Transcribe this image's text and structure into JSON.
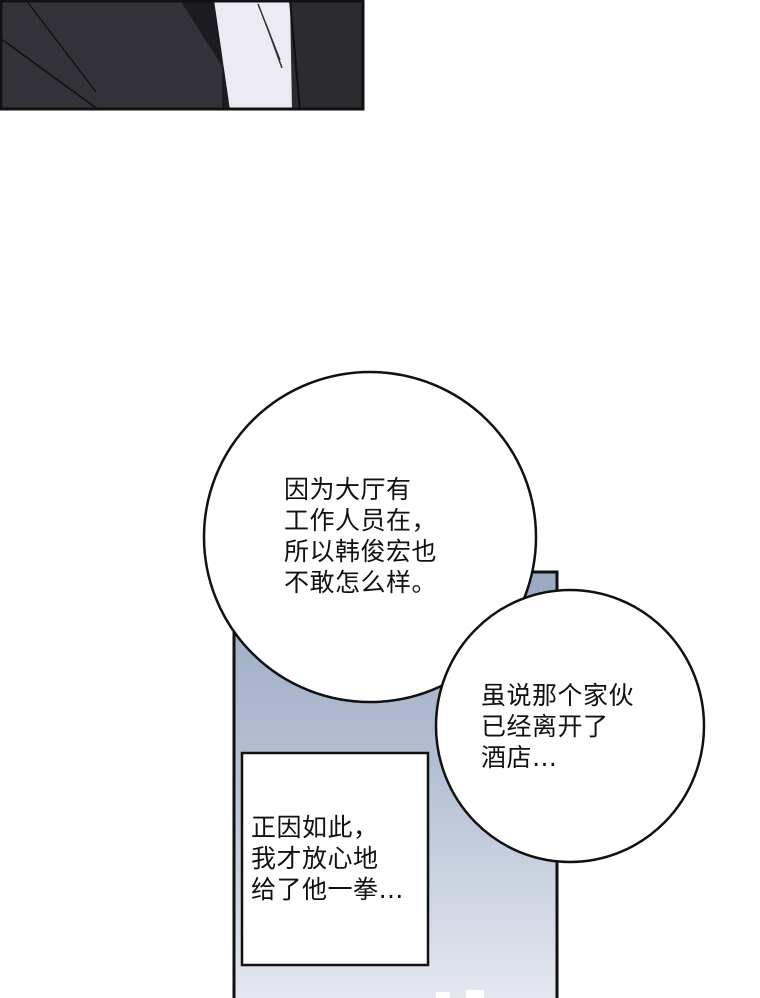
{
  "bubbles": {
    "lobby_staff": "因为大厅有\n工作人员在，\n所以韩俊宏也\n不敢怎么样。",
    "guy_left_hotel": "虽说那个家伙\n已经离开了\n酒店…",
    "punch_caption": "正因如此，\n我才放心地\n给了他一拳…"
  },
  "colors": {
    "panel_black": "#2b2b30",
    "panel_sky_top": "#9aa9c2",
    "panel_sky_bottom": "#e4e7ef",
    "outline": "#111111"
  }
}
